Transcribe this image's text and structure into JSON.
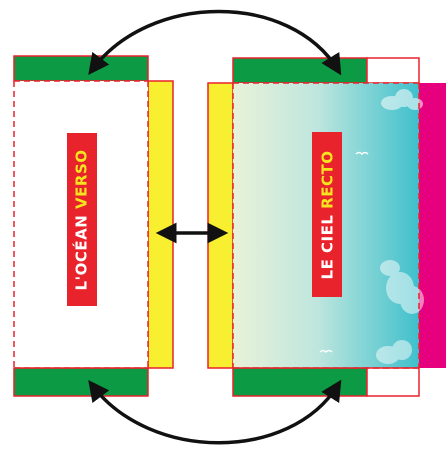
{
  "panels": {
    "left": {
      "label_part1": "L'OCÉAN",
      "label_part2": "VERSO"
    },
    "right": {
      "label_part1": "LE CIEL",
      "label_part2": "RECTO"
    }
  },
  "colors": {
    "green": "#0d9a45",
    "yellow": "#f7ef2f",
    "magenta": "#e6007e",
    "outline_red": "#e8232c",
    "label_bg": "#e8232c",
    "sky_light": "#e7f2d6",
    "sky_dark": "#44c1cc",
    "arrow": "#111111"
  },
  "icons": [
    "curved-double-arrow-top",
    "curved-double-arrow-bottom",
    "horizontal-double-arrow",
    "cloud-icon",
    "bird-icon"
  ]
}
